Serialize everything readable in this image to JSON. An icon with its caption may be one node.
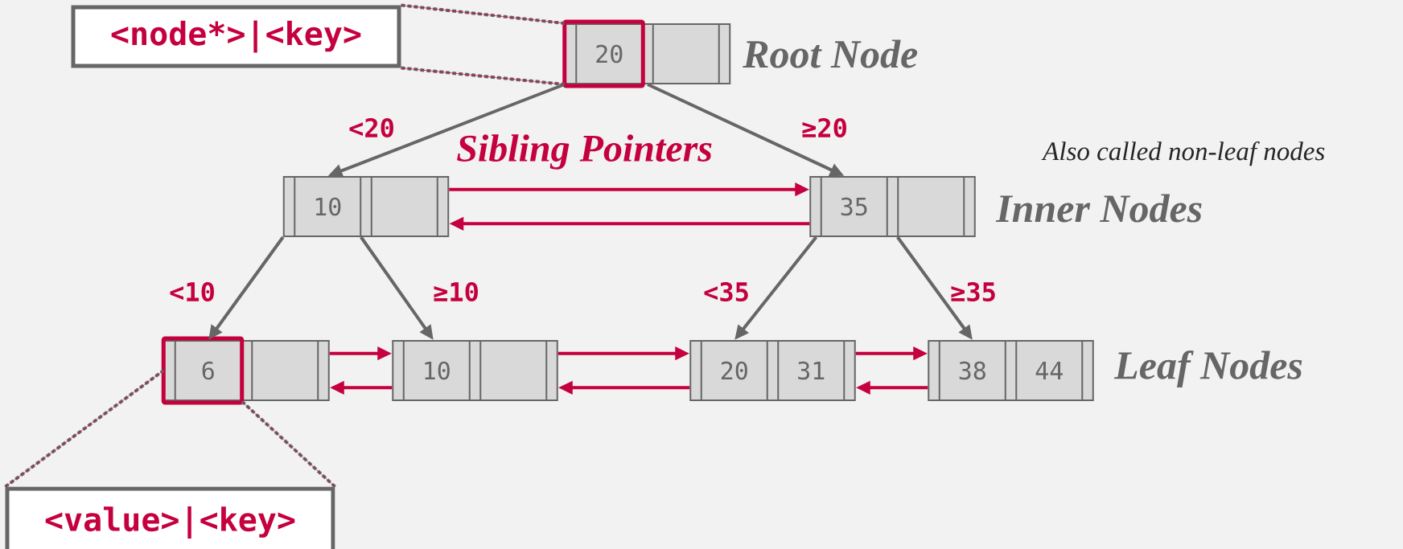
{
  "diagram": {
    "nodes": [
      {
        "text": [
          "<node*>|<key>"
        ]
      },
      {
        "text": [
          "20"
        ]
      },
      {
        "text": [
          "10"
        ]
      },
      {
        "text": [
          "35"
        ]
      },
      {
        "text": [
          "6"
        ]
      },
      {
        "text": [
          "10"
        ]
      },
      {
        "text": [
          "20",
          "31"
        ]
      },
      {
        "text": [
          "38",
          "44"
        ]
      },
      {
        "text": [
          "<value>|<key>"
        ]
      }
    ],
    "edges": [
      {
        "from": 1,
        "to": 2,
        "arrow": "to",
        "label": "<20"
      },
      {
        "from": 1,
        "to": 3,
        "arrow": "to",
        "label": "≥20"
      },
      {
        "from": 2,
        "to": 4,
        "arrow": "to",
        "label": "<10"
      },
      {
        "from": 2,
        "to": 5,
        "arrow": "to",
        "label": "≥10"
      },
      {
        "from": 3,
        "to": 6,
        "arrow": "to",
        "label": "<35"
      },
      {
        "from": 3,
        "to": 7,
        "arrow": "to",
        "label": "≥35"
      },
      {
        "from": 2,
        "to": 3,
        "arrow": "to",
        "color": "#c5003e"
      },
      {
        "from": 3,
        "to": 2,
        "arrow": "to",
        "color": "#c5003e"
      },
      {
        "from": 4,
        "to": 5,
        "arrow": "to",
        "color": "#c5003e"
      },
      {
        "from": 5,
        "to": 4,
        "arrow": "to",
        "color": "#c5003e"
      },
      {
        "from": 5,
        "to": 6,
        "arrow": "to",
        "color": "#c5003e"
      },
      {
        "from": 6,
        "to": 5,
        "arrow": "to",
        "color": "#c5003e"
      },
      {
        "from": 6,
        "to": 7,
        "arrow": "to",
        "color": "#c5003e"
      },
      {
        "from": 7,
        "to": 6,
        "arrow": "to",
        "color": "#c5003e"
      },
      {
        "from": 0,
        "to": 1,
        "arrow": "none",
        "style": "dashed"
      },
      {
        "from": 0,
        "to": 1,
        "arrow": "none",
        "style": "dashed"
      },
      {
        "from": 8,
        "to": 4,
        "arrow": "none",
        "style": "dashed"
      },
      {
        "from": 8,
        "to": 4,
        "arrow": "none",
        "style": "dashed"
      }
    ],
    "labels": [
      "Root Node",
      "Sibling Pointers",
      "Also called non-leaf nodes",
      "Inner Nodes",
      "Leaf Nodes"
    ]
  }
}
